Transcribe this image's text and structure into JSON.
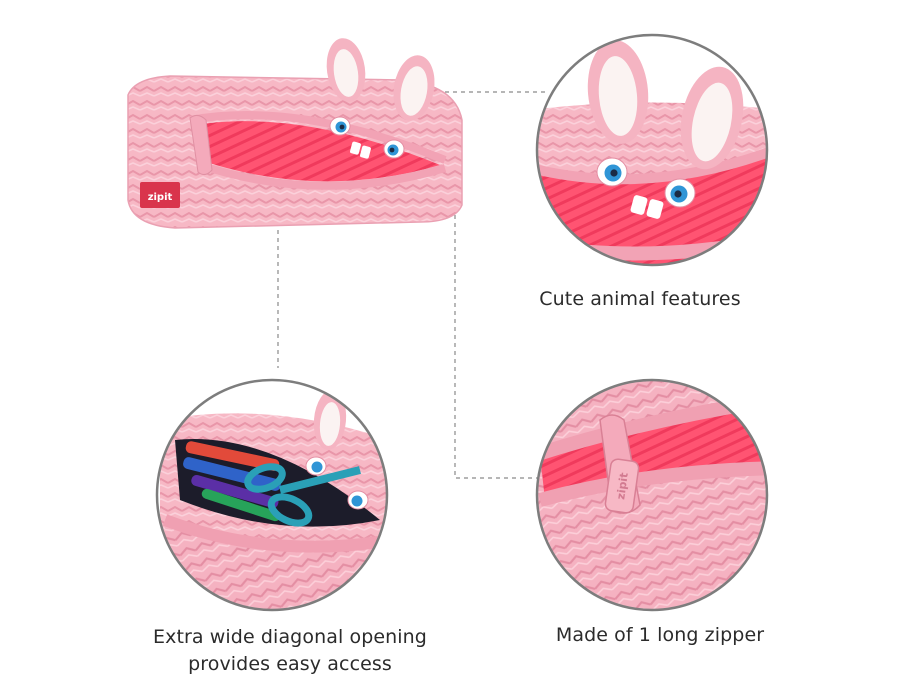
{
  "product": {
    "brand_tag": "zipit",
    "pull_tag": "zipit"
  },
  "features": [
    {
      "label": "Cute animal features"
    },
    {
      "label": "Made of 1 long zipper"
    },
    {
      "label": "Extra wide diagonal opening",
      "label_line2": "provides easy access"
    }
  ],
  "colors": {
    "pouch_pink": "#f7b8c5",
    "zipper_pink": "#f3a7b8",
    "inside_red": "#ff4f6e",
    "ear_white": "#fbf3f2",
    "eye_blue": "#2f95d6",
    "circle_ring": "#7d7d7d",
    "connector_line": "#8a8a8a",
    "scissors_teal": "#2aa0b7",
    "caption_text": "#2b2b2b"
  },
  "icons": [
    "bunny-pouch-illustration",
    "scissors-icon",
    "marker-icon"
  ]
}
